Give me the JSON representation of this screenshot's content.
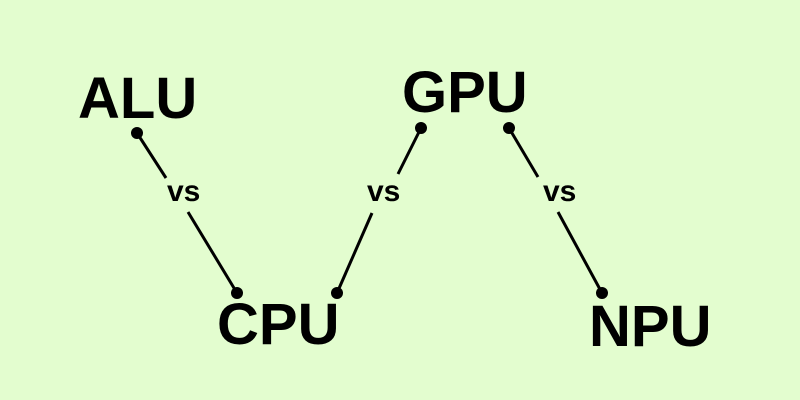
{
  "terms": {
    "alu": "ALU",
    "cpu": "CPU",
    "gpu": "GPU",
    "npu": "NPU"
  },
  "connectors": [
    {
      "from": "ALU",
      "to": "CPU",
      "label": "vs"
    },
    {
      "from": "CPU",
      "to": "GPU",
      "label": "vs"
    },
    {
      "from": "GPU",
      "to": "NPU",
      "label": "vs"
    }
  ],
  "colors": {
    "background": "#e3fdcf",
    "foreground": "#000000"
  }
}
